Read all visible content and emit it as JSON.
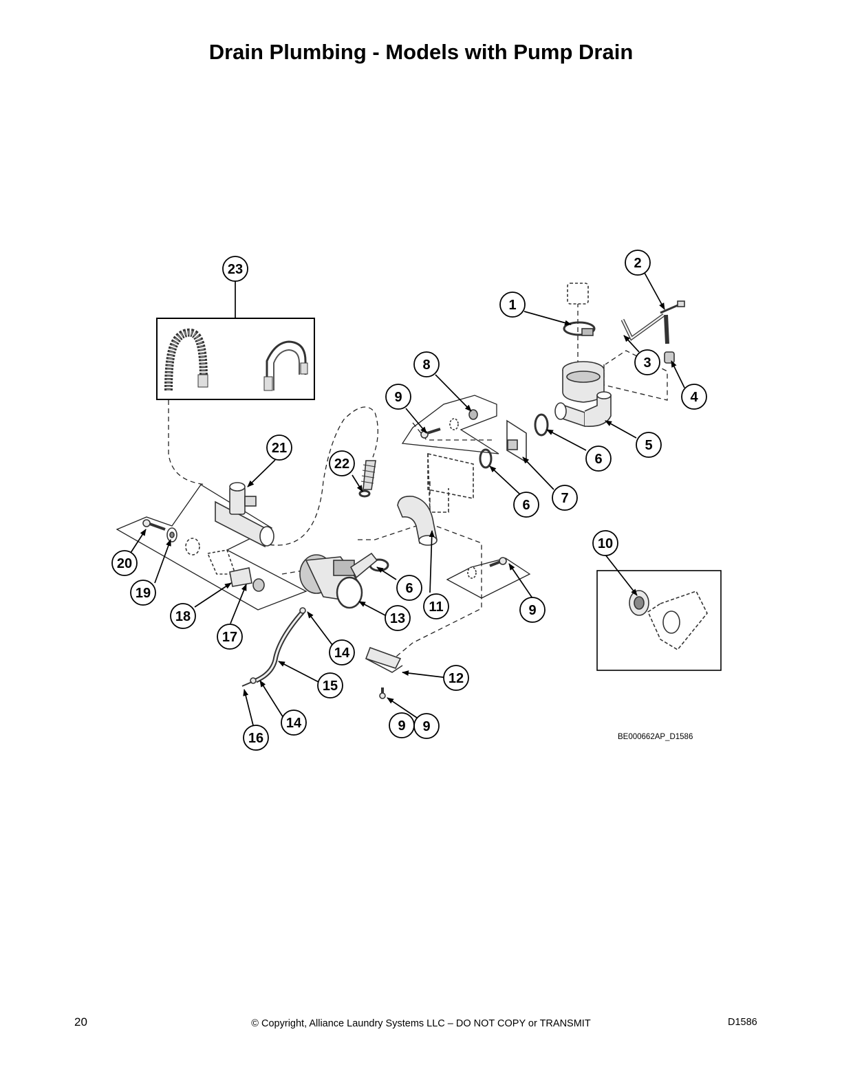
{
  "page": {
    "title": "Drain Plumbing - Models with Pump Drain",
    "figure_id": "BE000662AP_D1586",
    "page_number": "20",
    "copyright": "© Copyright, Alliance Laundry Systems LLC – DO NOT COPY or TRANSMIT",
    "doc_code": "D1586"
  },
  "callouts": [
    "1",
    "2",
    "3",
    "4",
    "5",
    "6",
    "6",
    "6",
    "7",
    "8",
    "9",
    "9",
    "9",
    "9",
    "10",
    "11",
    "12",
    "13",
    "14",
    "14",
    "15",
    "16",
    "17",
    "18",
    "19",
    "20",
    "21",
    "22",
    "23"
  ],
  "colors": {
    "ink": "#000000",
    "part_fill": "#e8e8e8",
    "part_stroke": "#333333"
  }
}
